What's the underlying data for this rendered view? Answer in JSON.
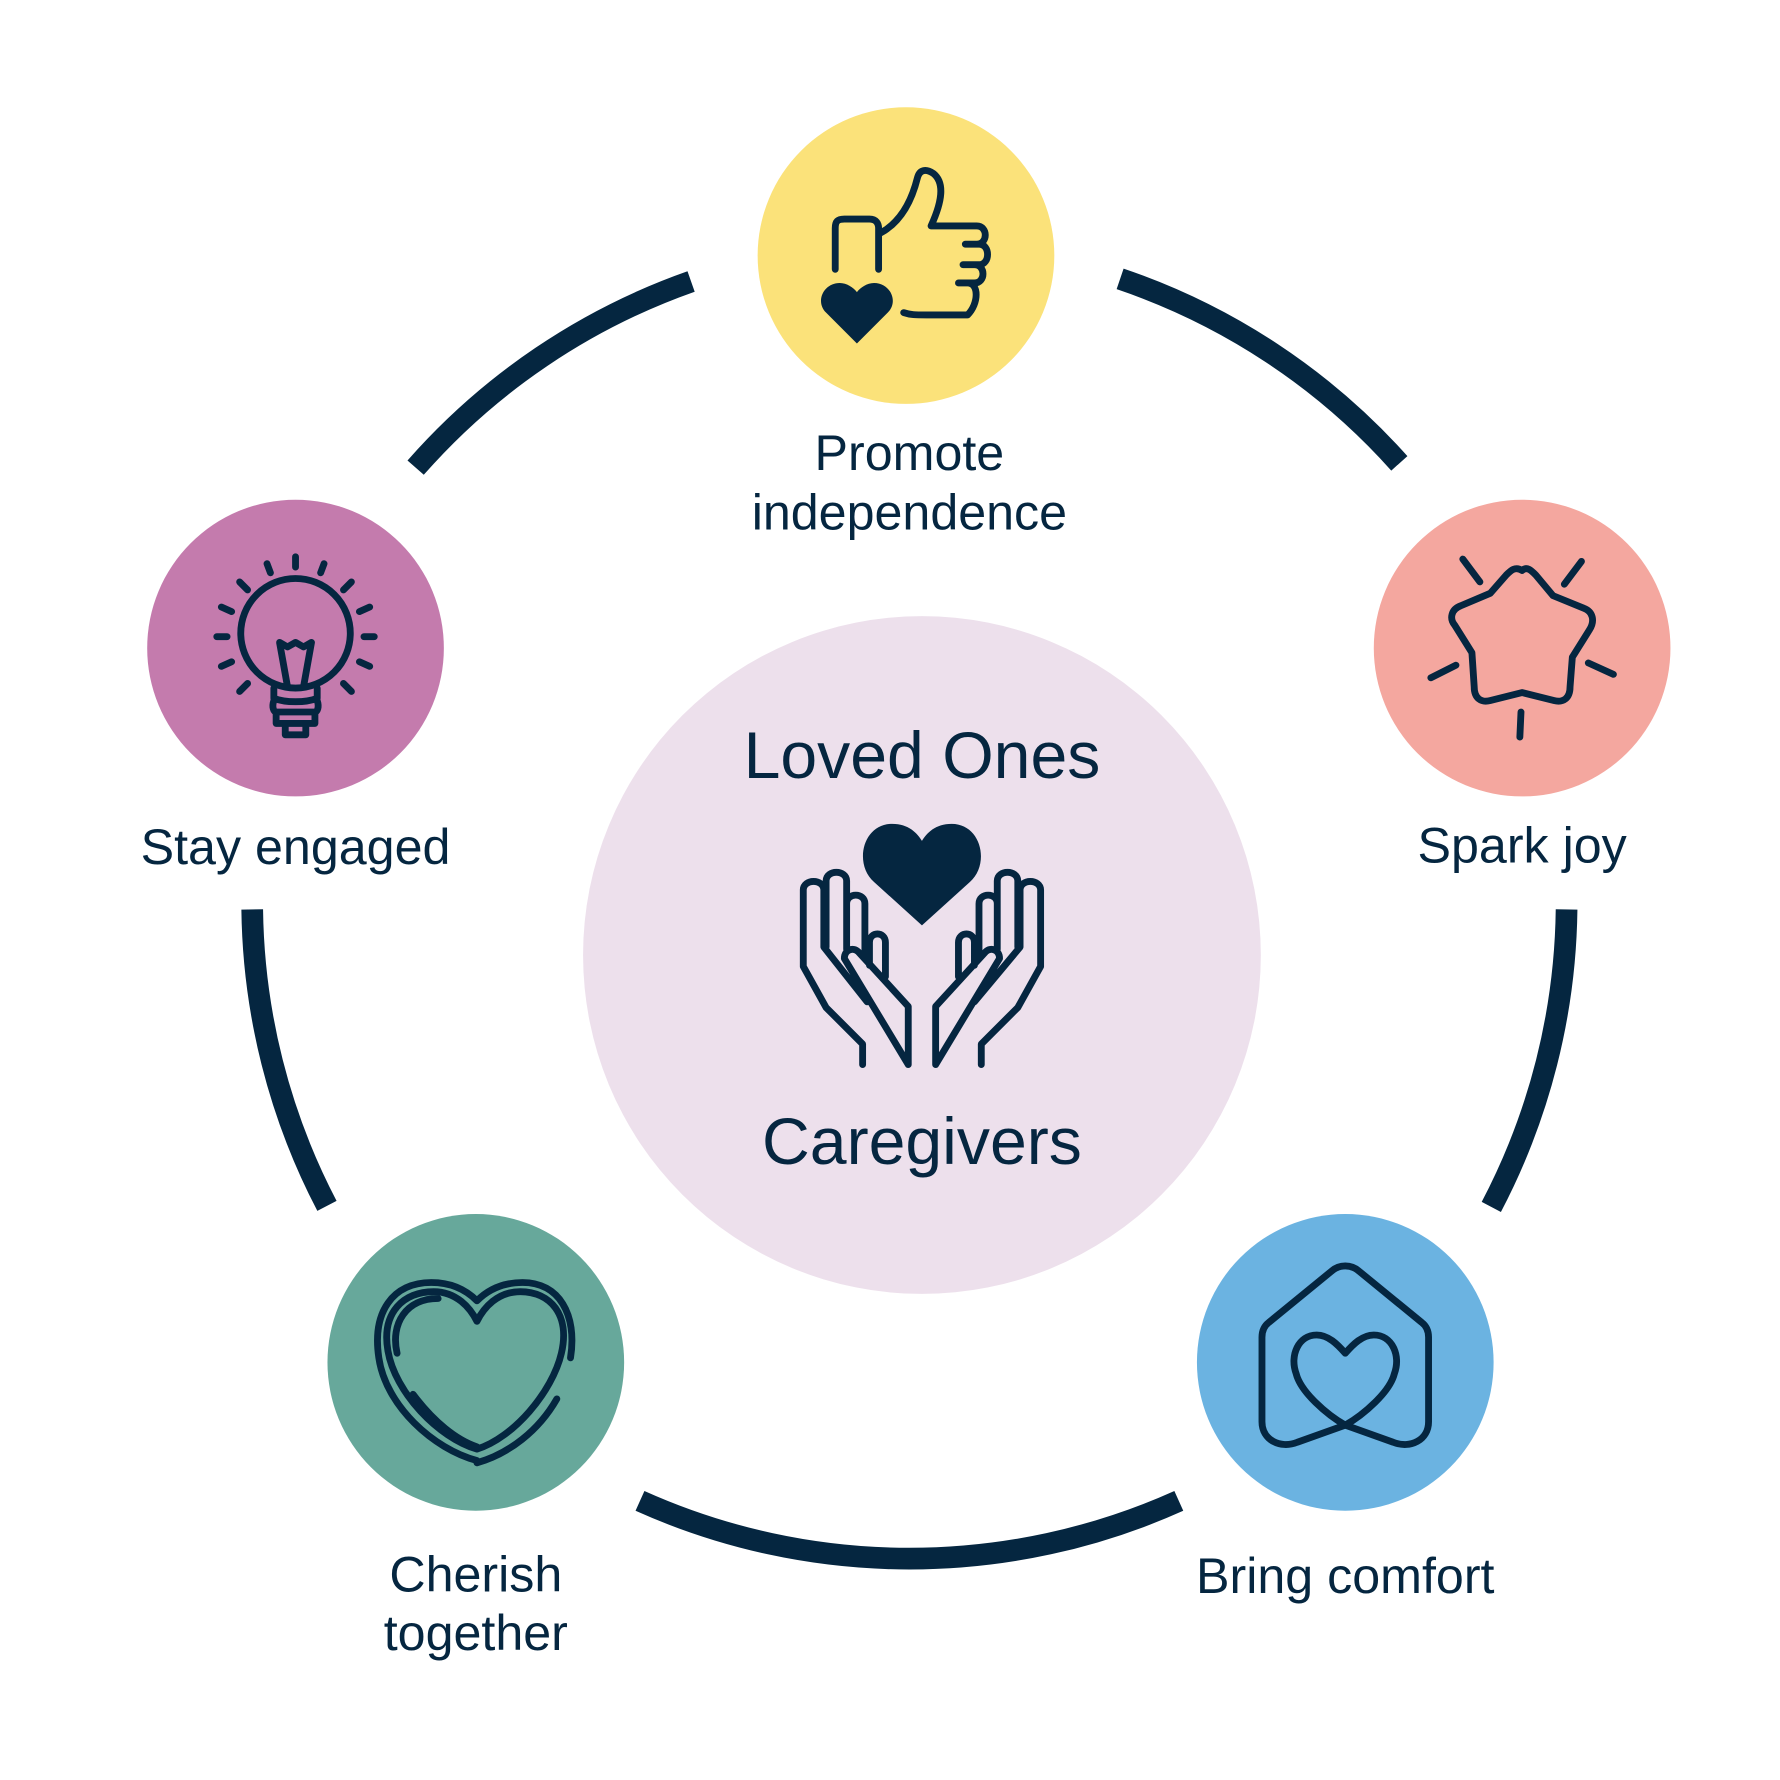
{
  "center": {
    "top_label": "Loved Ones",
    "bottom_label": "Caregivers",
    "icon": "hands-holding-heart-icon",
    "color": "#EDE0EC"
  },
  "ring_color": "#052640",
  "text_color": "#052640",
  "nodes": [
    {
      "label_lines": [
        "Promote",
        "independence"
      ],
      "icon": "thumbs-up-heart-icon",
      "color": "#FBE27A"
    },
    {
      "label_lines": [
        "Spark joy"
      ],
      "icon": "star-icon",
      "color": "#F4A79F"
    },
    {
      "label_lines": [
        "Bring comfort"
      ],
      "icon": "house-heart-icon",
      "color": "#6BB3E1"
    },
    {
      "label_lines": [
        "Cherish",
        "together"
      ],
      "icon": "heart-icon",
      "color": "#67A89B"
    },
    {
      "label_lines": [
        "Stay engaged"
      ],
      "icon": "lightbulb-icon",
      "color": "#C47BAD"
    }
  ]
}
